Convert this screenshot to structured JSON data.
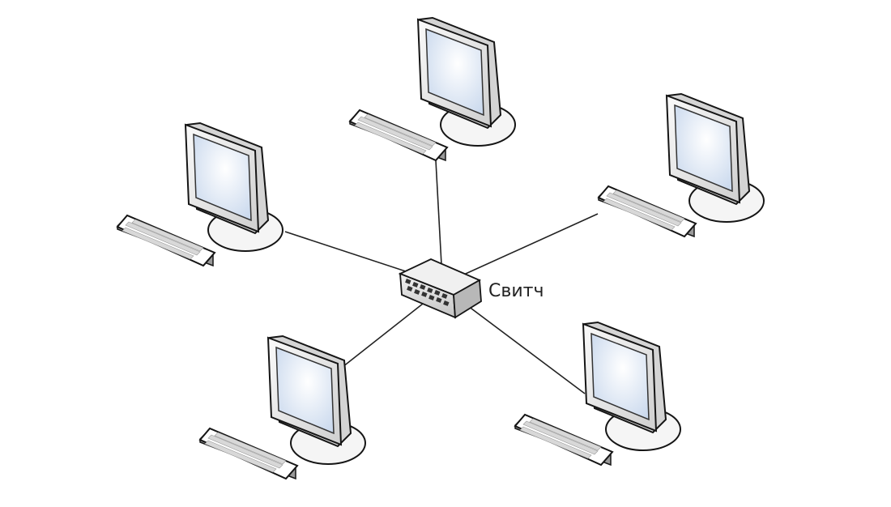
{
  "diagram": {
    "switch_label": "Свитч",
    "colors": {
      "line": "#222222",
      "outline": "#151515",
      "body": "#e9e9e9",
      "screen": "#e6eef8",
      "base": "#f4f4f4",
      "key": "#ffffff"
    },
    "nodes": [
      {
        "id": "pc-top",
        "icon": "computer-icon"
      },
      {
        "id": "pc-left",
        "icon": "computer-icon"
      },
      {
        "id": "pc-right",
        "icon": "computer-icon"
      },
      {
        "id": "pc-bottom-left",
        "icon": "computer-icon"
      },
      {
        "id": "pc-bottom-right",
        "icon": "computer-icon"
      },
      {
        "id": "switch",
        "icon": "network-switch-icon"
      }
    ]
  }
}
